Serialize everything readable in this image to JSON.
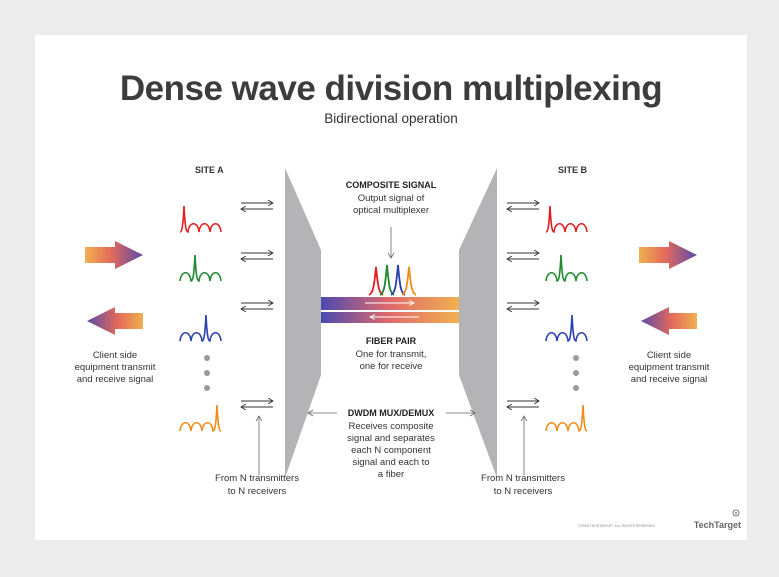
{
  "title": "Dense wave division multiplexing",
  "subtitle": "Bidirectional operation",
  "site_a": "SITE A",
  "site_b": "SITE B",
  "composite": {
    "heading": "COMPOSITE SIGNAL",
    "lines": [
      "Output signal of",
      "optical multiplexer"
    ]
  },
  "fiber": {
    "heading": "FIBER PAIR",
    "lines": [
      "One for transmit,",
      "one for receive"
    ]
  },
  "dwdm": {
    "heading": "DWDM MUX/DEMUX",
    "lines": [
      "Receives composite",
      "signal and separates",
      "each N component",
      "signal and each to",
      "a fiber"
    ]
  },
  "client_left": {
    "lines": [
      "Client side",
      "equipment transmit",
      "and receive signal"
    ]
  },
  "client_right": {
    "lines": [
      "Client side",
      "equipment transmit",
      "and receive signal"
    ]
  },
  "from_left": {
    "lines": [
      "From N transmitters",
      "to N receivers"
    ]
  },
  "from_right": {
    "lines": [
      "From N transmitters",
      "to N receivers"
    ]
  },
  "footer": "©2018 TECHTARGET. ALL RIGHTS RESERVED",
  "brand": "TechTarget",
  "colors": {
    "red": "#e02020",
    "green": "#1f8a2e",
    "blue": "#2a3fb0",
    "orange": "#f08c1a",
    "mux": "#b4b4b6",
    "dots": "#9a9a9a"
  }
}
